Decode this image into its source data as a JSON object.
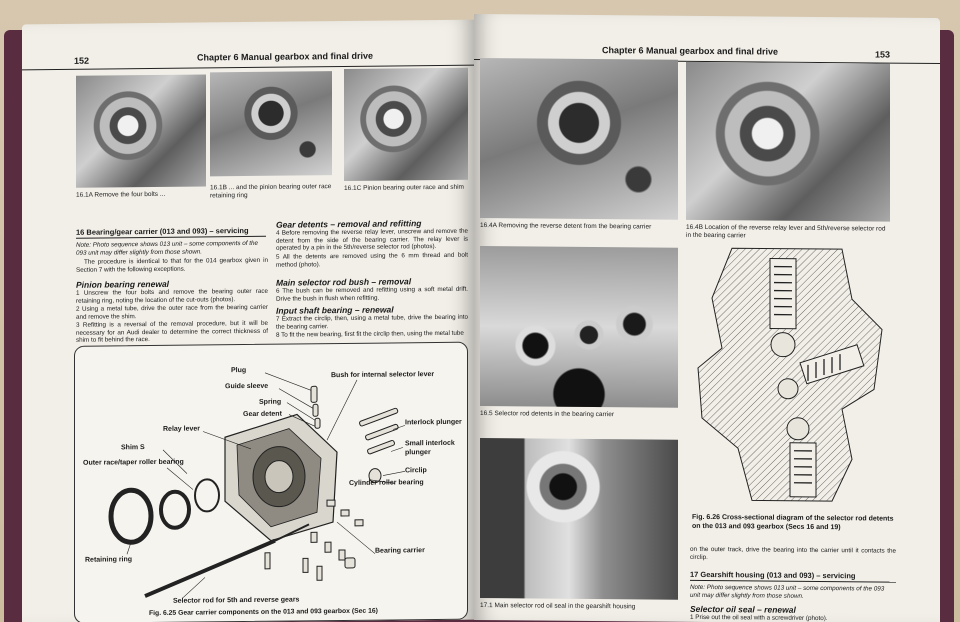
{
  "left_page": {
    "page_number": "152",
    "chapter": "Chapter 6  Manual gearbox and final drive",
    "photo_captions": [
      "16.1A Remove the four bolts ...",
      "16.1B ... and the pinion bearing outer race retaining ring",
      "16.1C Pinion bearing outer race and shim"
    ],
    "section_heading": "16  Bearing/gear carrier (013 and 093) – servicing",
    "note": "Note: Photo sequence shows 013 unit – some components of the 093 unit may differ slightly from those shown.",
    "intro": "The procedure is identical to that for the 014 gearbox given in Section 7 with the following exceptions.",
    "pinion_heading": "Pinion bearing renewal",
    "pinion_paras": [
      "1  Unscrew the four bolts and remove the bearing outer race retaining ring, noting the location of the cut-outs (photos).",
      "2  Using a metal tube, drive the outer race from the bearing carrier and remove the shim.",
      "3  Refitting is a reversal of the removal procedure, but it will be necessary for an Audi dealer to determine the correct thickness of shim to fit behind the race."
    ],
    "detents_heading": "Gear detents – removal and refitting",
    "detents_paras": [
      "4  Before removing the reverse relay lever, unscrew and remove the detent from the side of the bearing carrier. The relay lever is operated by a pin in the 5th/reverse selector rod (photos).",
      "5  All the detents are removed using the 6 mm thread and bolt method (photo)."
    ],
    "bush_heading": "Main selector rod bush – removal",
    "bush_paras": [
      "6  The bush can be removed and refitting using a soft metal drift. Drive the bush in flush when refitting."
    ],
    "shaft_heading": "Input shaft bearing – renewal",
    "shaft_paras": [
      "7  Extract the circlip, then, using a metal tube, drive the bearing into the bearing carrier.",
      "8  To fit the new bearing, first fit the circlip then, using the metal tube"
    ],
    "figure": {
      "labels": {
        "plug": "Plug",
        "guide_sleeve": "Guide sleeve",
        "spring": "Spring",
        "gear_detent": "Gear detent",
        "bush": "Bush for internal selector lever",
        "relay_lever": "Relay lever",
        "shim": "Shim S",
        "outer_race": "Outer race/taper roller bearing",
        "interlock": "Interlock plunger",
        "small_interlock": "Small interlock plunger",
        "circlip": "Circlip",
        "cylinder": "Cylinder roller bearing",
        "bearing_carrier": "Bearing carrier",
        "retaining_ring": "Retaining ring",
        "selector_rod": "Selector rod for 5th and reverse gears"
      },
      "caption": "Fig. 6.25 Gear carrier components on the 013 and 093 gearbox (Sec 16)"
    }
  },
  "right_page": {
    "page_number": "153",
    "chapter": "Chapter 6  Manual gearbox and final drive",
    "photo_captions": [
      "16.4A Removing the reverse detent from the bearing carrier",
      "16.4B Location of the reverse relay lever and 5th/reverse selector rod in the bearing carrier",
      "16.5 Selector rod detents in the bearing carrier",
      "17.1 Main selector rod oil seal in the gearshift housing"
    ],
    "fig_caption": "Fig. 6.26 Cross-sectional diagram of the selector rod detents on the 013 and 093 gearbox (Secs 16 and 19)",
    "continued_text": "on the outer track, drive the bearing into the carrier until it contacts the circlip.",
    "section_heading": "17  Gearshift housing (013 and 093) – servicing",
    "note": "Note: Photo sequence shows 013 unit – some components of the 093 unit may differ slightly from those shown.",
    "seal_heading": "Selector oil seal – renewal",
    "seal_para": "1  Prise out the oil seal with a screwdriver (photo)."
  }
}
